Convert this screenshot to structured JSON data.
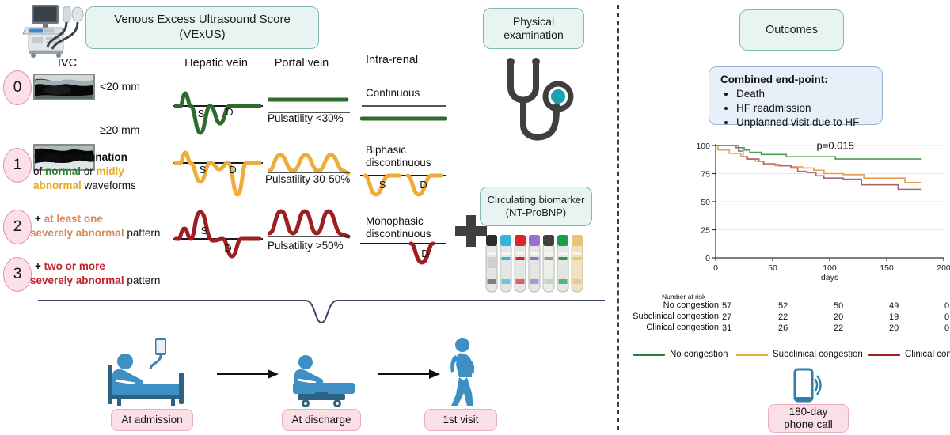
{
  "left_panel": {
    "vexus_box": "Venous Excess Ultrasound Score\n(VExUS)",
    "vexus_line1": "Venous Excess Ultrasound Score",
    "vexus_line2": "(VExUS)",
    "columns": {
      "ivc": "IVC",
      "hepatic": "Hepatic vein",
      "portal": "Portal vein",
      "intrarenal": "Intra-renal"
    },
    "ivc_rows": [
      {
        "label": "<20 mm"
      },
      {
        "label": "≥20 mm"
      }
    ],
    "scores": [
      {
        "number": "0",
        "parts": [
          {
            "text": "",
            "style": "plain"
          }
        ]
      },
      {
        "number": "1",
        "line1_pre": "+ any combination",
        "line2_pre": "of ",
        "line2_green": "normal",
        "line2_mid": " or ",
        "line2_yellow": "midly",
        "line3_yellow": "abnormal",
        "line3_post": " waveforms"
      },
      {
        "number": "2",
        "line1_pre": "+ ",
        "line1_orange": "at least one",
        "line2_orange": "severely abnormal",
        "line2_post": " pattern"
      },
      {
        "number": "3",
        "line1_pre": "+ ",
        "line1_red": "two or more",
        "line2_red": "severely abnormal",
        "line2_post": " pattern"
      }
    ],
    "portal_captions": [
      "Pulsatility <30%",
      "Pulsatility 30-50%",
      "Pulsatility >50%"
    ],
    "intrarenal_captions": [
      "Continuous",
      "Biphasic\ndiscontinuous",
      "Monophasic\ndiscontinuous"
    ],
    "intrarenal_caption_1": "Continuous",
    "intrarenal_caption_2a": "Biphasic",
    "intrarenal_caption_2b": "discontinuous",
    "intrarenal_caption_3a": "Monophasic",
    "intrarenal_caption_3b": "discontinuous",
    "wave_markers": {
      "s": "S",
      "d": "D"
    },
    "physical_exam_box": "Physical\nexamination",
    "physical_exam_l1": "Physical",
    "physical_exam_l2": "examination",
    "biomarker_l1": "Circulating biomarker",
    "biomarker_l2": "(NT-ProBNP)",
    "timeline": [
      {
        "label": "At admission",
        "icon": "patient-in-bed-icon"
      },
      {
        "label": "At discharge",
        "icon": "patient-on-stretcher-icon"
      },
      {
        "label": "1st visit",
        "icon": "walking-patient-icon"
      }
    ]
  },
  "right_panel": {
    "outcomes_box": "Outcomes",
    "endpoint_title": "Combined end-point:",
    "endpoint_items": [
      "Death",
      "HF readmission",
      "Unplanned visit due to HF"
    ],
    "phone_call_l1": "180-day",
    "phone_call_l2": "phone call",
    "risk_table": {
      "title": "Number at risk",
      "rows": [
        {
          "label": "No congestion",
          "values": [
            "57",
            "52",
            "50",
            "49",
            "0"
          ]
        },
        {
          "label": "Subclinical congestion",
          "values": [
            "27",
            "22",
            "20",
            "19",
            "0"
          ]
        },
        {
          "label": "Clinical congestion",
          "values": [
            "31",
            "26",
            "22",
            "20",
            "0"
          ]
        }
      ]
    },
    "legend": [
      {
        "label": "No congestion",
        "color": "#2f7d32"
      },
      {
        "label": "Subclinical congestion",
        "color": "#eead3a"
      },
      {
        "label": "Clinical congestion",
        "color": "#9e1f22"
      }
    ]
  },
  "chart_data": {
    "type": "line",
    "title": "",
    "xlabel": "days",
    "ylabel": "",
    "xlim": [
      0,
      200
    ],
    "ylim": [
      0,
      100
    ],
    "xticks": [
      0,
      50,
      100,
      150,
      200
    ],
    "yticks": [
      0,
      25,
      50,
      75,
      100
    ],
    "grid": true,
    "annotation": "p=0.015",
    "legend_position": "below",
    "series": [
      {
        "name": "No congestion",
        "color": "#4f9b52",
        "points": [
          [
            0,
            100
          ],
          [
            18,
            100
          ],
          [
            18,
            98
          ],
          [
            25,
            98
          ],
          [
            25,
            96
          ],
          [
            30,
            96
          ],
          [
            30,
            94
          ],
          [
            40,
            94
          ],
          [
            40,
            92
          ],
          [
            62,
            92
          ],
          [
            62,
            90
          ],
          [
            105,
            90
          ],
          [
            105,
            88
          ],
          [
            180,
            88
          ]
        ]
      },
      {
        "name": "Subclinical congestion",
        "color": "#e8a04a",
        "points": [
          [
            0,
            100
          ],
          [
            2,
            100
          ],
          [
            2,
            96
          ],
          [
            12,
            96
          ],
          [
            12,
            93
          ],
          [
            22,
            93
          ],
          [
            22,
            90
          ],
          [
            27,
            90
          ],
          [
            27,
            88
          ],
          [
            35,
            88
          ],
          [
            35,
            86
          ],
          [
            42,
            86
          ],
          [
            42,
            84
          ],
          [
            52,
            84
          ],
          [
            52,
            82
          ],
          [
            66,
            82
          ],
          [
            66,
            81
          ],
          [
            76,
            81
          ],
          [
            76,
            80
          ],
          [
            86,
            80
          ],
          [
            86,
            78
          ],
          [
            95,
            78
          ],
          [
            95,
            75
          ],
          [
            112,
            75
          ],
          [
            112,
            74
          ],
          [
            130,
            74
          ],
          [
            130,
            71
          ],
          [
            166,
            71
          ],
          [
            166,
            67
          ],
          [
            180,
            67
          ]
        ]
      },
      {
        "name": "Clinical congestion",
        "color": "#a8667a",
        "points": [
          [
            0,
            100
          ],
          [
            20,
            100
          ],
          [
            20,
            95
          ],
          [
            24,
            95
          ],
          [
            24,
            90
          ],
          [
            28,
            90
          ],
          [
            28,
            88
          ],
          [
            38,
            88
          ],
          [
            38,
            86
          ],
          [
            42,
            86
          ],
          [
            42,
            83
          ],
          [
            56,
            83
          ],
          [
            56,
            82
          ],
          [
            66,
            82
          ],
          [
            66,
            80
          ],
          [
            72,
            80
          ],
          [
            72,
            77
          ],
          [
            80,
            77
          ],
          [
            80,
            76
          ],
          [
            88,
            76
          ],
          [
            88,
            73
          ],
          [
            95,
            73
          ],
          [
            95,
            71
          ],
          [
            112,
            71
          ],
          [
            112,
            70
          ],
          [
            128,
            70
          ],
          [
            128,
            65
          ],
          [
            160,
            65
          ],
          [
            160,
            61
          ],
          [
            180,
            61
          ]
        ]
      }
    ]
  }
}
